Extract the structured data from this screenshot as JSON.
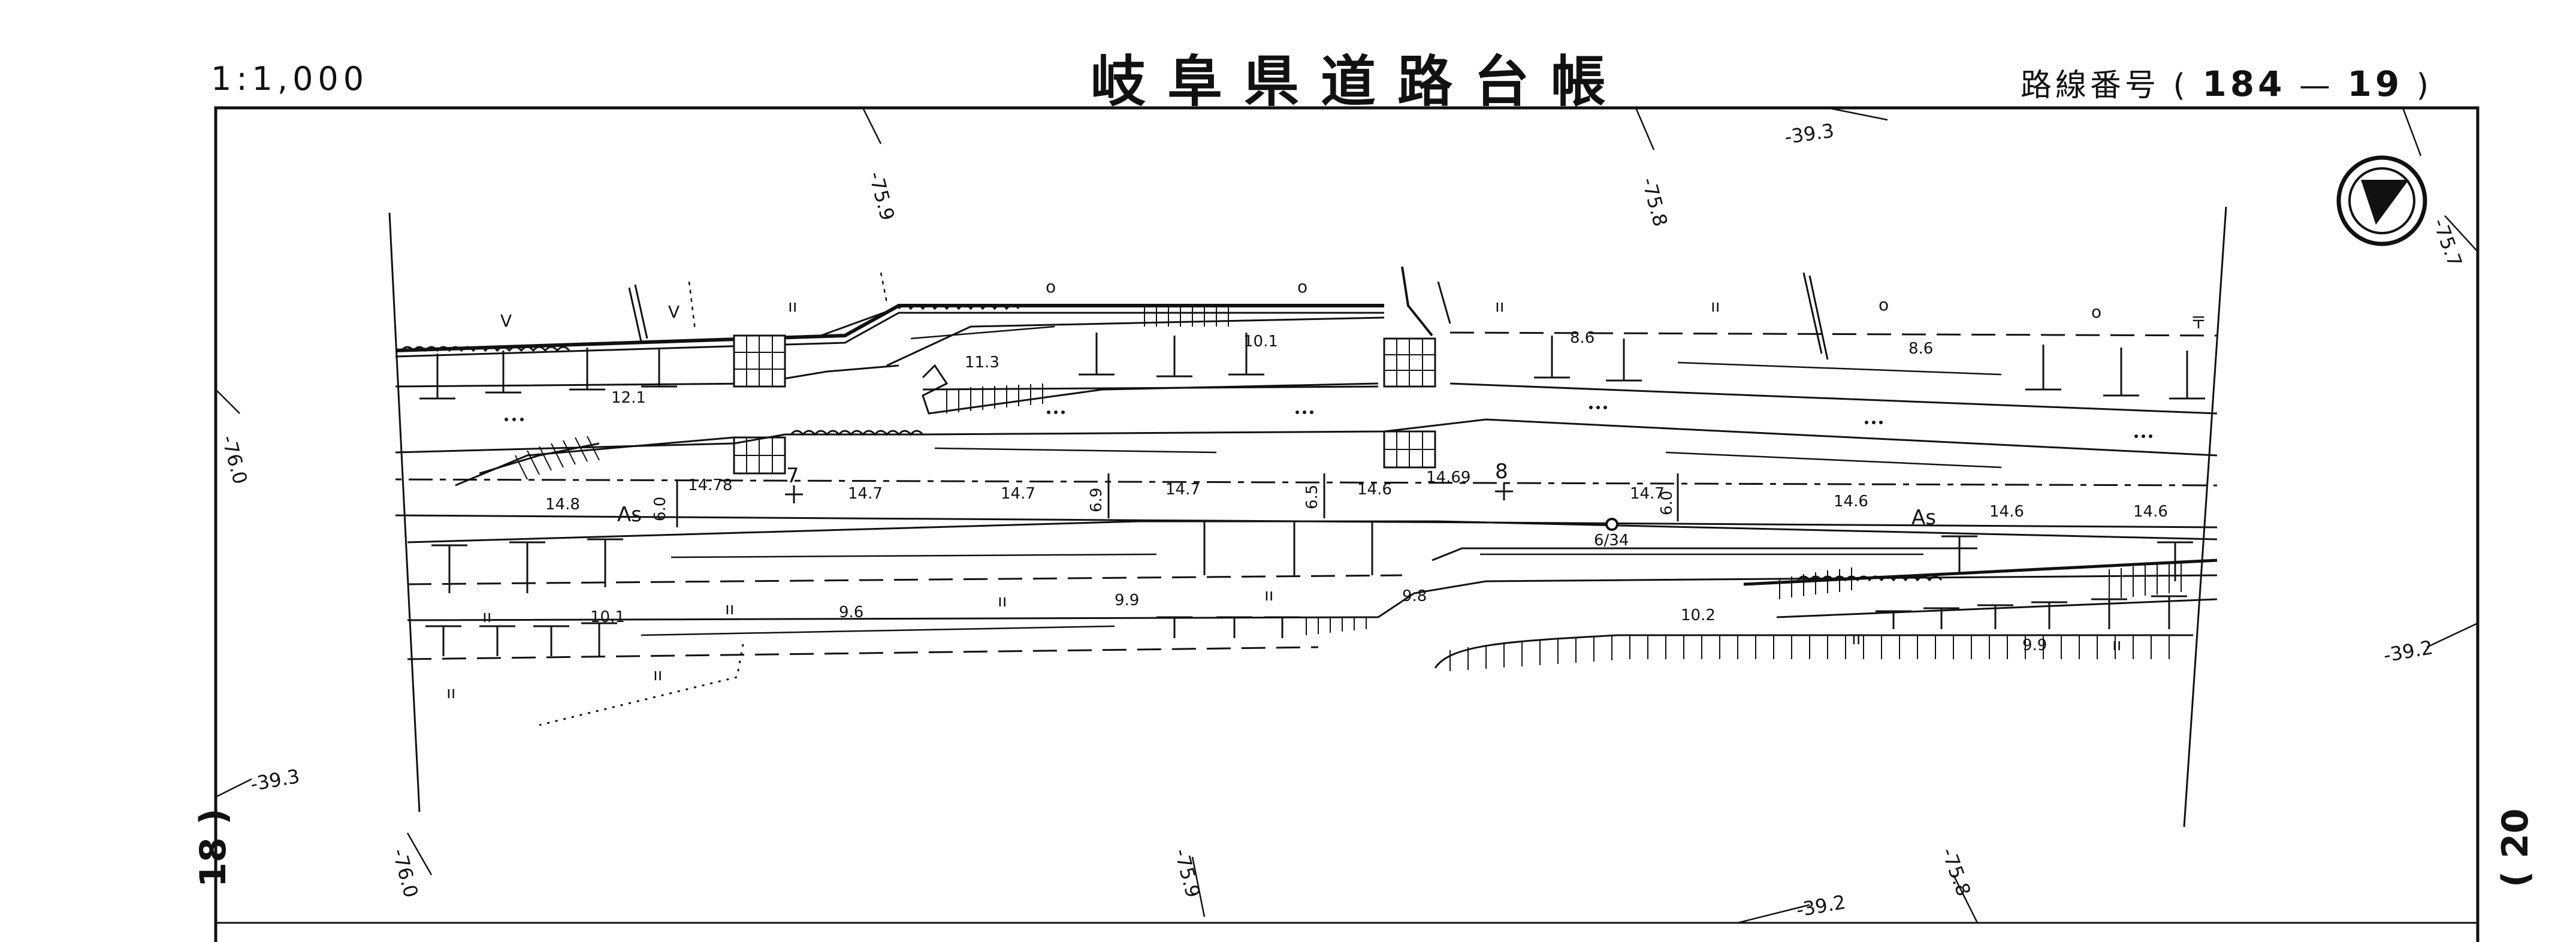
{
  "header": {
    "scale": "1:1,000",
    "title": "岐阜県道路台帳",
    "route_label": "路線番号",
    "route_open": "(",
    "route_number": "184",
    "route_dash": "—",
    "route_sheet": "19",
    "route_close": ")"
  },
  "margins": {
    "left_sheet": "18 )",
    "right_sheet": "( 20"
  },
  "grid_labels": {
    "top_a": "-75.9",
    "top_b": "-75.8",
    "top_c": "-39.3",
    "top_d": "-75.7",
    "left_a": "-76.0",
    "left_b": "-39.3",
    "right_a": "-39.2",
    "bottom_a": "-76.0",
    "bottom_b": "-75.9",
    "bottom_c": "-39.2",
    "bottom_d": "-75.8"
  },
  "widths": {
    "w_12_1": "12.1",
    "w_11_3": "11.3",
    "w_10_1a": "10.1",
    "w_8_6a": "8.6",
    "w_8_6b": "8.6",
    "w_14_8": "14.8",
    "w_14_78": "14.78",
    "w_14_7a": "14.7",
    "w_14_7b": "14.7",
    "w_14_7c": "14.7",
    "w_14_6a": "14.6",
    "w_14_69": "14.69",
    "w_14_7d": "14.7",
    "w_14_6b": "14.6",
    "w_14_6c": "14.6",
    "w_14_6d": "14.6",
    "w_10_1b": "10.1",
    "w_9_6": "9.6",
    "w_9_9a": "9.9",
    "w_9_8": "9.8",
    "w_10_2": "10.2",
    "w_9_9b": "9.9",
    "v_6_0a": "6.0",
    "v_6_9": "6.9",
    "v_6_5": "6.5",
    "v_6_0b": "6.0"
  },
  "stations": {
    "s7": "7",
    "s8": "8"
  },
  "pavement": {
    "as_left": "As",
    "as_right": "As"
  },
  "marker": {
    "code": "6/34"
  },
  "symbols": {
    "field": "ıı",
    "dry_field": "V",
    "bush": "o",
    "shrine": "〒"
  }
}
